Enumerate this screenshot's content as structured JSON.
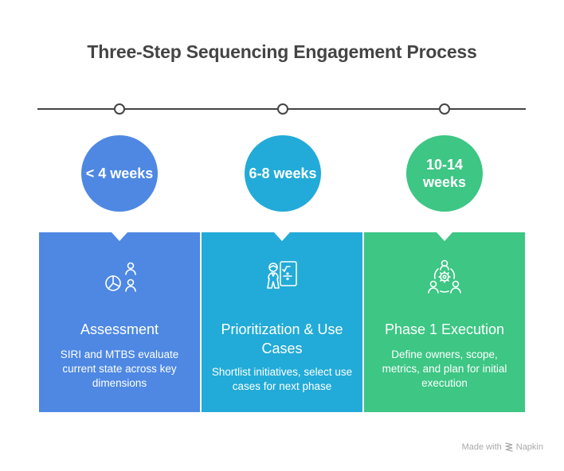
{
  "title": "Three-Step Sequencing Engagement Process",
  "colors": {
    "title": "#444444",
    "timeline": "#444444",
    "step1": "#4E88E3",
    "step2": "#22ABD8",
    "step3": "#3DC684"
  },
  "steps": [
    {
      "duration": "< 4 weeks",
      "title": "Assessment",
      "description": "SIRI and MTBS evaluate current state across key dimensions",
      "icon": "pie-chart-people-icon"
    },
    {
      "duration": "6-8 weeks",
      "title": "Prioritization & Use Cases",
      "description": "Shortlist initiatives, select use cases for next phase",
      "icon": "presenter-board-icon"
    },
    {
      "duration": "10-14 weeks",
      "title": "Phase 1 Execution",
      "description": "Define owners, scope, metrics, and plan for initial execution",
      "icon": "team-gear-icon"
    }
  ],
  "footer": {
    "made_with": "Made with",
    "brand": "Napkin"
  }
}
